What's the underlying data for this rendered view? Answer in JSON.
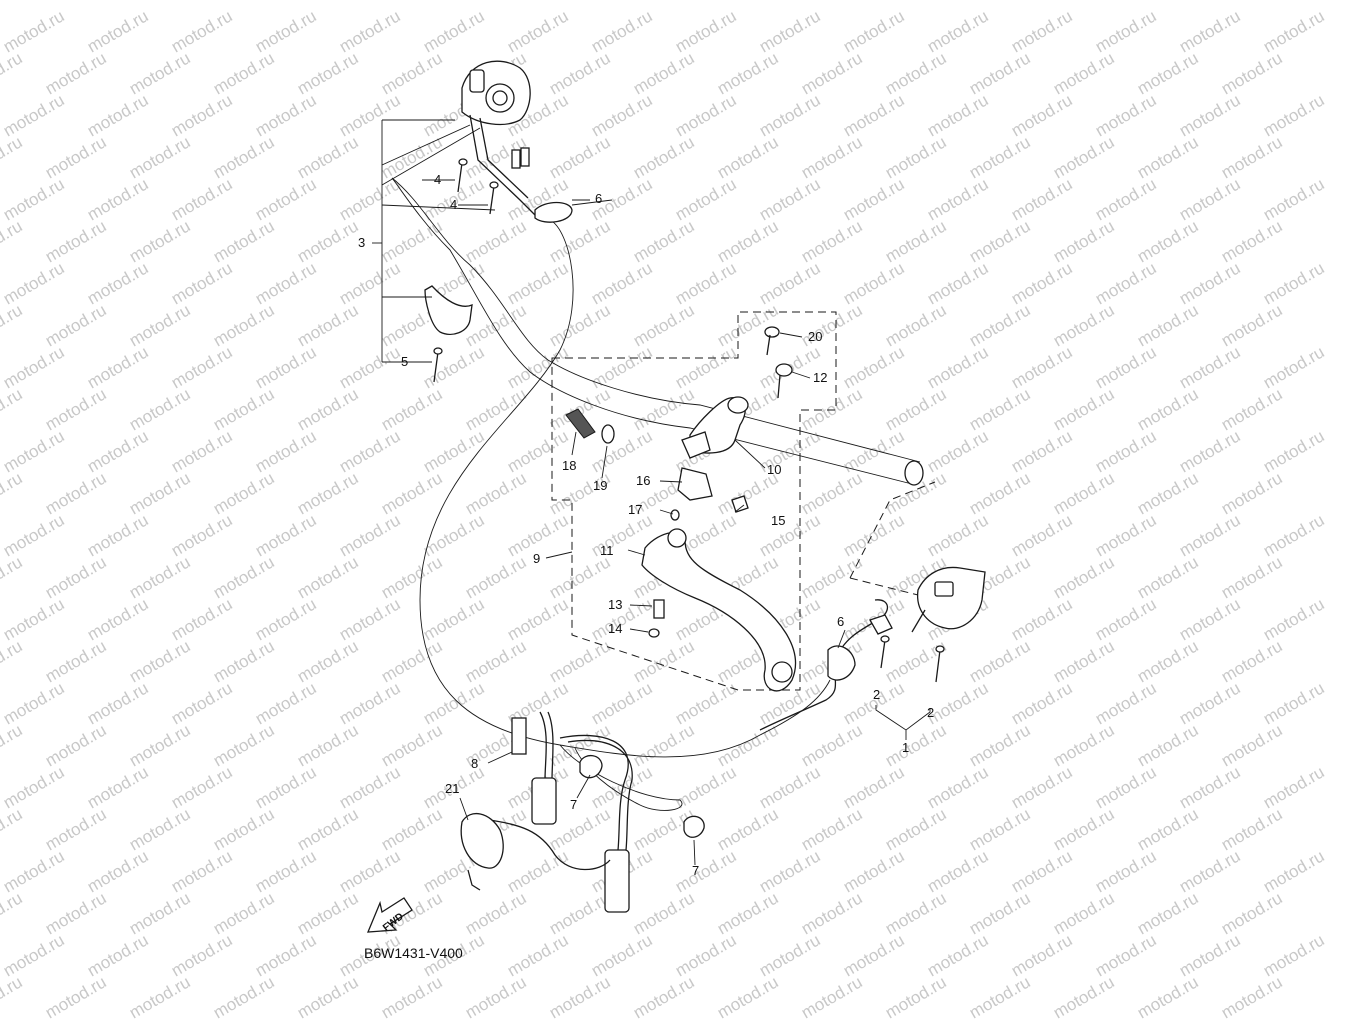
{
  "watermark": {
    "text": "motod.ru",
    "color": "#c8c8c8"
  },
  "diagram": {
    "code": "B6W1431-V400",
    "fwd_label": "FWD",
    "callouts": {
      "c1": "1",
      "c2a": "2",
      "c2b": "2",
      "c3": "3",
      "c4a": "4",
      "c4b": "4",
      "c5": "5",
      "c6a": "6",
      "c6b": "6",
      "c7a": "7",
      "c7b": "7",
      "c8": "8",
      "c9": "9",
      "c10": "10",
      "c11": "11",
      "c12": "12",
      "c13": "13",
      "c14": "14",
      "c15": "15",
      "c16": "16",
      "c17": "17",
      "c18": "18",
      "c19": "19",
      "c20": "20",
      "c21": "21"
    }
  }
}
